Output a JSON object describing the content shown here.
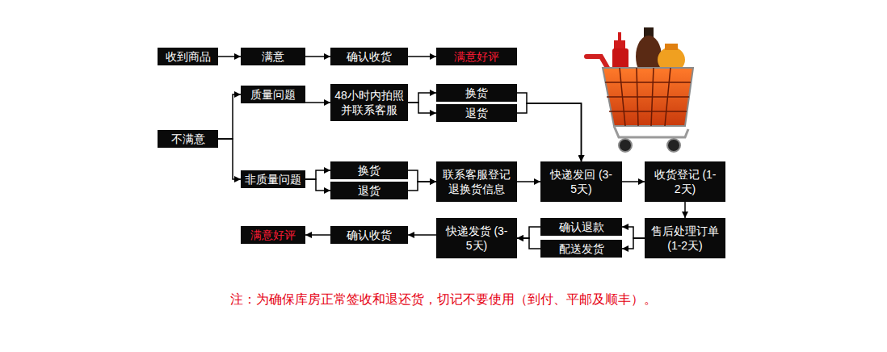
{
  "diagram": {
    "nodes": [
      {
        "text": [
          "收到商品"
        ]
      },
      {
        "text": [
          "满意"
        ]
      },
      {
        "text": [
          "确认收货"
        ]
      },
      {
        "text": [
          "满意好评"
        ]
      },
      {
        "text": [
          "质量问题"
        ]
      },
      {
        "text": [
          "48小时内拍照 并联系客服"
        ]
      },
      {
        "text": [
          "换货"
        ]
      },
      {
        "text": [
          "退货"
        ]
      },
      {
        "text": [
          "不满意"
        ]
      },
      {
        "text": [
          "非质量问题"
        ]
      },
      {
        "text": [
          "换货"
        ]
      },
      {
        "text": [
          "退货"
        ]
      },
      {
        "text": [
          "联系客服登记 退换货信息"
        ]
      },
      {
        "text": [
          "快递发回 (3-5天)"
        ]
      },
      {
        "text": [
          "收货登记 (1-2天)"
        ]
      },
      {
        "text": [
          "满意好评"
        ]
      },
      {
        "text": [
          "确认收货"
        ]
      },
      {
        "text": [
          "快递发货 (3-5天)"
        ]
      },
      {
        "text": [
          "确认退款"
        ]
      },
      {
        "text": [
          "配送发货"
        ]
      },
      {
        "text": [
          "售后处理订单 (1-2天)"
        ]
      }
    ],
    "edges": [
      {
        "from": 0,
        "to": 1,
        "arrow": "to"
      },
      {
        "from": 1,
        "to": 2,
        "arrow": "to"
      },
      {
        "from": 2,
        "to": 3,
        "arrow": "to"
      },
      {
        "from": 8,
        "to": 4,
        "arrow": "to"
      },
      {
        "from": 8,
        "to": 9,
        "arrow": "to"
      },
      {
        "from": 4,
        "to": 5,
        "arrow": "to"
      },
      {
        "from": 5,
        "to": 6,
        "arrow": "to"
      },
      {
        "from": 5,
        "to": 7,
        "arrow": "to"
      },
      {
        "from": 6,
        "to": 13,
        "arrow": "to"
      },
      {
        "from": 7,
        "to": 13,
        "arrow": "to"
      },
      {
        "from": 9,
        "to": 10,
        "arrow": "to"
      },
      {
        "from": 9,
        "to": 11,
        "arrow": "to"
      },
      {
        "from": 10,
        "to": 12,
        "arrow": "to"
      },
      {
        "from": 11,
        "to": 12,
        "arrow": "to"
      },
      {
        "from": 12,
        "to": 13,
        "arrow": "to"
      },
      {
        "from": 13,
        "to": 14,
        "arrow": "to"
      },
      {
        "from": 14,
        "to": 20,
        "arrow": "to"
      },
      {
        "from": 20,
        "to": 18,
        "arrow": "to"
      },
      {
        "from": 20,
        "to": 19,
        "arrow": "to"
      },
      {
        "from": 18,
        "to": 17,
        "arrow": "to"
      },
      {
        "from": 19,
        "to": 17,
        "arrow": "to"
      },
      {
        "from": 17,
        "to": 16,
        "arrow": "to"
      },
      {
        "from": 16,
        "to": 15,
        "arrow": "to"
      }
    ],
    "labels": [
      "注：为确保库房正常签收和退还货，切记不要使用（到付、平邮及顺丰）。"
    ]
  }
}
